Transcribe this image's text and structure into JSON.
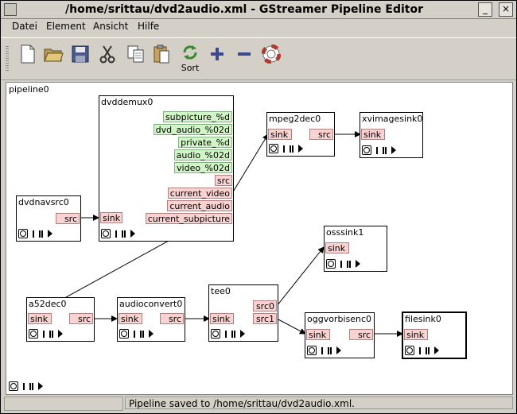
{
  "window": {
    "title": "/home/srittau/dvd2audio.xml - GStreamer Pipeline Editor",
    "minimize": "_",
    "close": "×"
  },
  "menu": [
    "Datei",
    "Element",
    "Ansicht",
    "Hilfe"
  ],
  "toolbar": {
    "sort_label": "Sort",
    "icons": [
      "new-file-icon",
      "open-folder-icon",
      "save-icon",
      "cut-icon",
      "copy-icon",
      "paste-icon",
      "sort-icon",
      "add-icon",
      "remove-icon",
      "help-lifebuoy-icon"
    ]
  },
  "pipeline": {
    "name": "pipeline0",
    "elements": {
      "dvddemux": {
        "name": "dvddemux0",
        "sink": "sink",
        "src_pads": [
          "subpicture_%d",
          "dvd_audio_%02d",
          "private_%d",
          "audio_%02d",
          "video_%02d",
          "src",
          "current_video",
          "current_audio",
          "current_subpicture"
        ]
      },
      "dvdnavsrc": {
        "name": "dvdnavsrc0",
        "src": "src"
      },
      "mpeg2dec": {
        "name": "mpeg2dec0",
        "sink": "sink",
        "src": "src"
      },
      "xvimagesink": {
        "name": "xvimagesink0",
        "sink": "sink"
      },
      "osssink": {
        "name": "osssink1",
        "sink": "sink"
      },
      "a52dec": {
        "name": "a52dec0",
        "sink": "sink",
        "src": "src"
      },
      "audioconvert": {
        "name": "audioconvert0",
        "sink": "sink",
        "src": "src"
      },
      "tee": {
        "name": "tee0",
        "sink": "sink",
        "src0": "src0",
        "src1": "src1"
      },
      "oggvorbisenc": {
        "name": "oggvorbisenc0",
        "sink": "sink",
        "src": "src"
      },
      "filesink": {
        "name": "filesink0",
        "sink": "sink"
      }
    }
  },
  "status": {
    "message": "Pipeline saved to /home/srittau/dvd2audio.xml."
  }
}
